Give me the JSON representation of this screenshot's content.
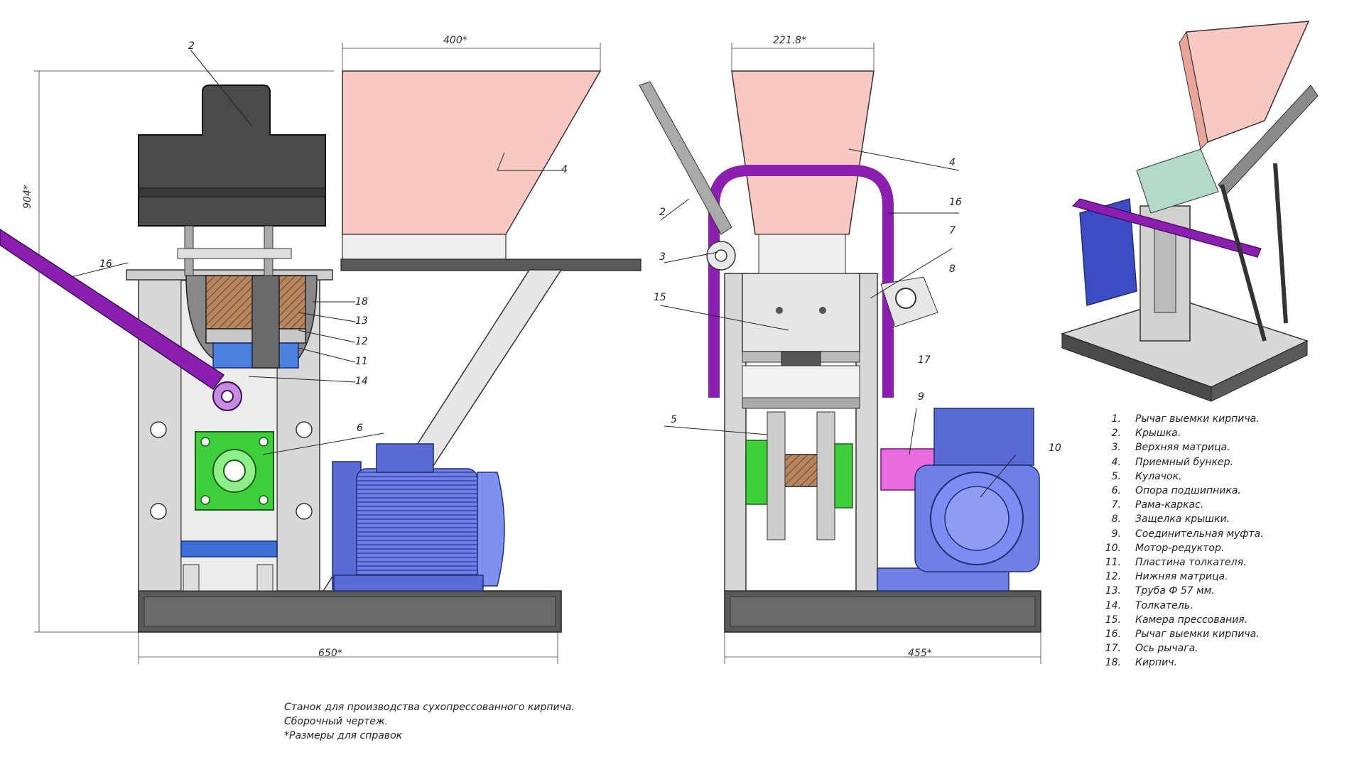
{
  "dimensions": {
    "side_top_width": "400*",
    "side_height": "904*",
    "side_base_width": "650*",
    "front_top_width": "221.8*",
    "front_base_width": "455*"
  },
  "callouts": {
    "side": [
      "2",
      "4",
      "16",
      "18",
      "13",
      "12",
      "11",
      "14",
      "6"
    ],
    "front": [
      "4",
      "16",
      "2",
      "3",
      "7",
      "8",
      "15",
      "17",
      "9",
      "5",
      "10"
    ]
  },
  "legend": [
    {
      "num": "1.",
      "text": "Рычаг выемки кирпича."
    },
    {
      "num": "2.",
      "text": "Крышка."
    },
    {
      "num": "3.",
      "text": "Верхняя матрица."
    },
    {
      "num": "4.",
      "text": "Приемный бункер."
    },
    {
      "num": "5.",
      "text": "Кулачок."
    },
    {
      "num": "6.",
      "text": "Опора подшипника."
    },
    {
      "num": "7.",
      "text": "Рама-каркас."
    },
    {
      "num": "8.",
      "text": "Защелка крышки."
    },
    {
      "num": "9.",
      "text": "Соединительная муфта."
    },
    {
      "num": "10.",
      "text": "Мотор-редуктор."
    },
    {
      "num": "11.",
      "text": "Пластина толкателя."
    },
    {
      "num": "12.",
      "text": "Нижняя матрица."
    },
    {
      "num": "13.",
      "text": "Труба Ф 57 мм."
    },
    {
      "num": "14.",
      "text": "Толкатель."
    },
    {
      "num": "15.",
      "text": "Камера прессования."
    },
    {
      "num": "16.",
      "text": "Рычаг выемки кирпича."
    },
    {
      "num": "17.",
      "text": "Ось рычага."
    },
    {
      "num": "18.",
      "text": "Кирпич."
    }
  ],
  "notes": [
    "Станок для производства сухопрессованного кирпича.",
    "Сборочный чертеж.",
    "*Размеры для справок"
  ],
  "colors": {
    "frame": "#d8d8d8",
    "base": "#5a5a5a",
    "hopper": "#f7c9c1",
    "lid": "#4a4a4a",
    "lever": "#8a1fb0",
    "motor": "#6f7fe6",
    "bearing": "#3fcf3a",
    "coupling": "#e86be0",
    "brick": "#9a6a4c"
  }
}
